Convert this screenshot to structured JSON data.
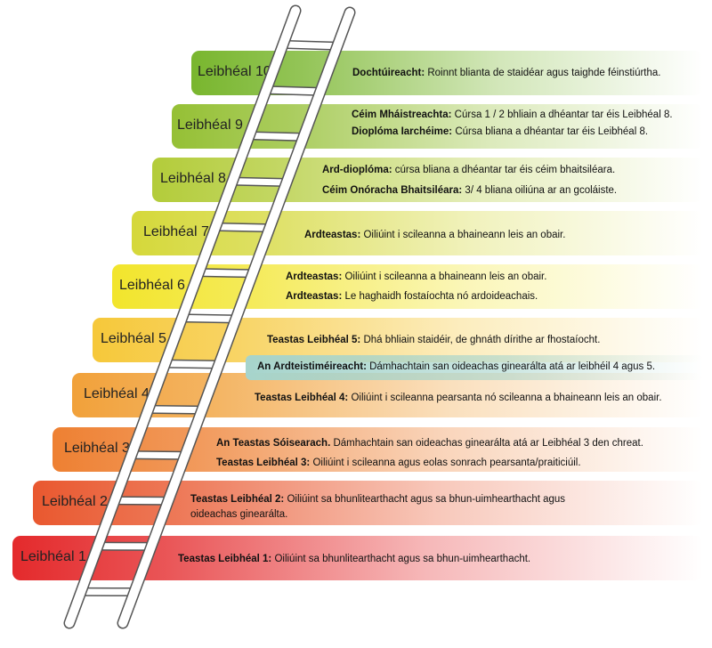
{
  "levels": [
    {
      "label": "Leibhéal 10",
      "color": "#79b62e",
      "lines": [
        {
          "bold": "Dochtúireacht:",
          "text": " Roinnt blianta de staidéar agus taighde féinstiúrtha."
        }
      ]
    },
    {
      "label": "Leibhéal 9",
      "color": "#95c035",
      "lines": [
        {
          "bold": "Céim Mháistreachta:",
          "text": " Cúrsa 1 / 2 bhliain a dhéantar tar éis Leibhéal 8."
        },
        {
          "bold": "Dioplóma Iarchéime:",
          "text": " Cúrsa bliana a dhéantar tar éis Leibhéal 8."
        }
      ]
    },
    {
      "label": "Leibhéal 8",
      "color": "#b3cc3a",
      "lines": [
        {
          "bold": "Ard-dioplóma:",
          "text": " cúrsa bliana a dhéantar tar éis céim bhaitsiléara."
        },
        {
          "bold": "Céim Onóracha Bhaitsiléara:",
          "text": " 3/ 4 bliana oiliúna ar an gcoláiste."
        }
      ]
    },
    {
      "label": "Leibhéal 7",
      "color": "#d5d83a",
      "lines": [
        {
          "bold": "Ardteastas:",
          "text": " Oiliúint i scileanna a bhaineann leis an obair."
        }
      ]
    },
    {
      "label": "Leibhéal 6",
      "color": "#f2e52c",
      "lines": [
        {
          "bold": "Ardteastas:",
          "text": " Oiliúint i scileanna a bhaineann leis an obair."
        },
        {
          "bold": "Ardteastas:",
          "text": " Le haghaidh fostaíochta nó ardoideachais."
        }
      ]
    },
    {
      "label": "Leibhéal 5",
      "color": "#f6c83a",
      "lines": [
        {
          "bold": "Teastas Leibhéal 5:",
          "text": " Dhá bhliain staidéir, de ghnáth dírithe ar fhostaíocht."
        }
      ]
    },
    {
      "label": "Leibhéal 4",
      "color": "#f1a13a",
      "lines": [
        {
          "bold": "Teastas Leibhéal 4:",
          "text": " Oiliúint i scileanna pearsanta nó scileanna a bhaineann leis an obair."
        }
      ]
    },
    {
      "label": "Leibhéal 3",
      "color": "#ee8032",
      "lines": [
        {
          "bold": "An Teastas Sóisearach.",
          "text": " Dámhachtain san oideachas ginearálta atá ar Leibhéal 3 den chreat."
        },
        {
          "bold": "Teastas Leibhéal 3:",
          "text": " Oiliúint i scileanna agus eolas sonrach pearsanta/praiticiúil."
        }
      ]
    },
    {
      "label": "Leibhéal 2",
      "color": "#e9582f",
      "lines": [
        {
          "bold": "Teastas Leibhéal 2:",
          "text": " Oiliúint sa bhunlitearthacht agus sa bhun-uimhearthacht agus"
        },
        {
          "bold": "",
          "text": "oideachas ginearálta."
        }
      ]
    },
    {
      "label": "Leibhéal 1",
      "color": "#e42a2c",
      "lines": [
        {
          "bold": "Teastas Leibhéal 1:",
          "text": " Oiliúint sa bhunlitearthacht agus sa bhun-uimhearthacht."
        }
      ]
    }
  ],
  "extra_note": {
    "bold": "An Ardteistiméireacht:",
    "text": " Dámhachtain san oideachas ginearálta atá ar leibhéil 4 agus 5.",
    "color": "#a6d4cc"
  }
}
